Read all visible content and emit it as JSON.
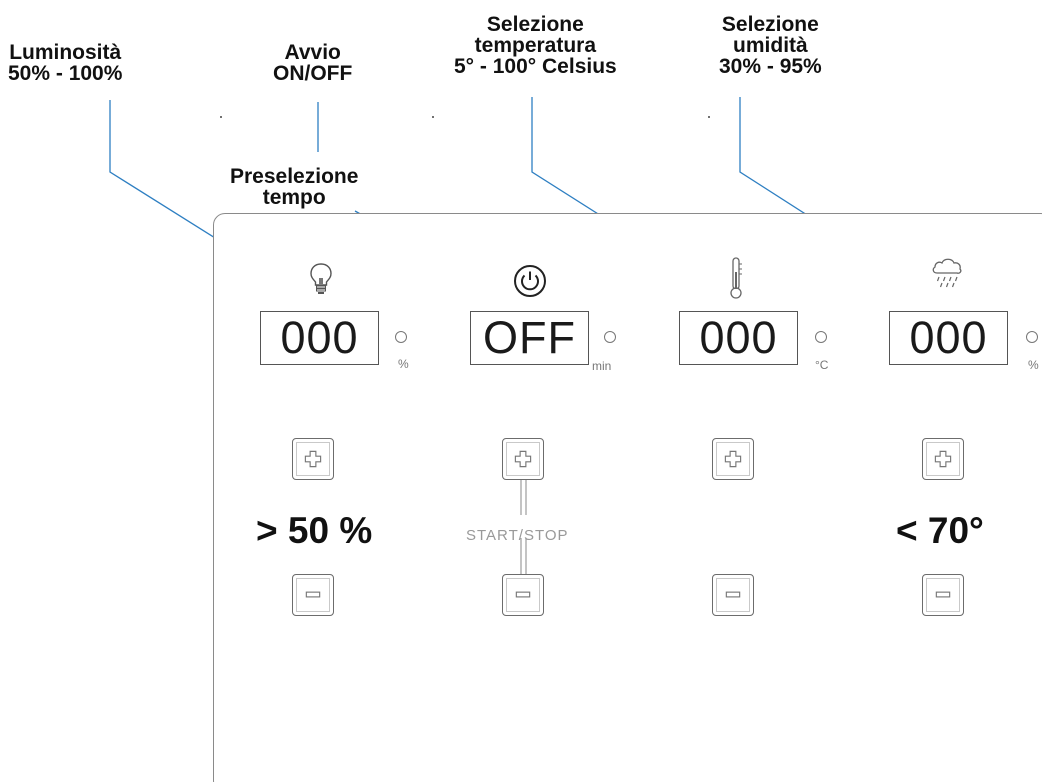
{
  "callouts": {
    "brightness": {
      "line1": "Luminosità",
      "line2": "50% - 100%"
    },
    "power": {
      "line1": "Avvio",
      "line2": "ON/OFF"
    },
    "timer": {
      "line1": "Preselezione",
      "line2": "tempo"
    },
    "temperature": {
      "line1": "Selezione",
      "line2": "temperatura",
      "line3": "5° - 100° Celsius"
    },
    "humidity": {
      "line1": "Selezione",
      "line2": "umidità",
      "line3": "30% - 95%"
    }
  },
  "displays": {
    "brightness": {
      "value": "000",
      "unit": "%"
    },
    "timer": {
      "value": "OFF",
      "unit": "min"
    },
    "temperature": {
      "value": "000",
      "unit": "°C"
    },
    "humidity": {
      "value": "000",
      "unit": "%"
    }
  },
  "overlays": {
    "brightness": "> 50 %",
    "humidity": "< 70°"
  },
  "start_stop_label": "START/STOP",
  "icons": [
    "light-bulb-icon",
    "power-icon",
    "thermometer-icon",
    "rain-cloud-icon"
  ],
  "colors": {
    "leader_line": "#2e7fc2",
    "panel_border": "#8a8a8a",
    "display_border": "#555555"
  }
}
